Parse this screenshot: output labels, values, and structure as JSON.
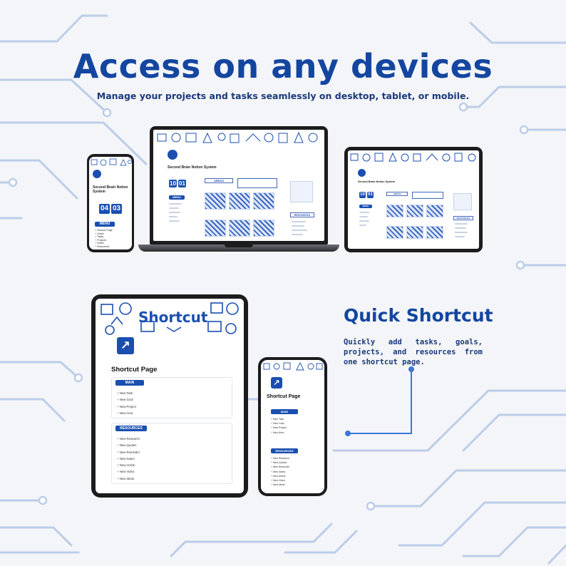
{
  "hero": {
    "title": "Access on any devices",
    "subtitle": "Manage your projects and tasks seamlessly on desktop, tablet, or mobile."
  },
  "colors": {
    "accent": "#1a4fb0",
    "circuit": "#bccde8",
    "background": "#f4f5f8"
  },
  "dashboard": {
    "page_title": "Second Brain Notion System",
    "phone_title": "Second Brain Notion System",
    "clock_hours": "04",
    "clock_minutes": "03",
    "laptop_clock_hours": "10",
    "laptop_clock_minutes": "01",
    "menu_label": "MENU",
    "areas_label": "AREAS",
    "resources_label": "RESOURCES",
    "phone_menu_items": [
      "Second Page",
      "Goals",
      "Tasks",
      "Projects",
      "Notes",
      "Resources"
    ]
  },
  "shortcut_page": {
    "banner_word": "Shortcut",
    "page_title": "Shortcut Page",
    "main_label": "MAIN",
    "main_items": [
      "New Task",
      "New Goal",
      "New Project",
      "New Area"
    ],
    "resources_label": "RESOURCES",
    "resource_items": [
      "New Research",
      "New Quotes",
      "New Reminder",
      "New Notes",
      "New Article",
      "New Video",
      "New Ideas"
    ]
  },
  "quick_shortcut": {
    "title": "Quick Shortcut",
    "body": "Quickly add tasks, goals, projects, and resources from one shortcut page."
  }
}
